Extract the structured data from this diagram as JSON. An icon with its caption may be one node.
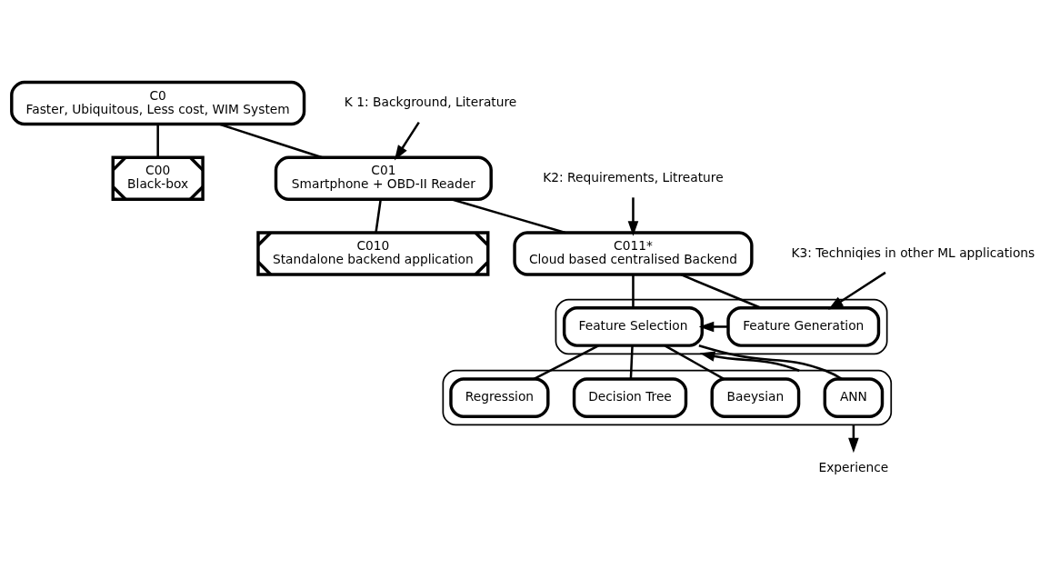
{
  "diagram": {
    "nodes": [
      {
        "text": [
          "C0",
          "Faster, Ubiquitous, Less cost, WIM System"
        ]
      },
      {
        "text": [
          "C00",
          "Black-box"
        ]
      },
      {
        "text": [
          "C01",
          "Smartphone + OBD-II Reader"
        ]
      },
      {
        "text": [
          "C010",
          "Standalone backend application"
        ]
      },
      {
        "text": [
          "C011*",
          "Cloud based centralised Backend"
        ]
      },
      {
        "text": [],
        "shape": "box"
      },
      {
        "text": [
          "Feature Selection"
        ],
        "in": 5
      },
      {
        "text": [
          "Feature Generation"
        ],
        "in": 5
      },
      {
        "text": [],
        "shape": "box"
      },
      {
        "text": [
          "ANN"
        ],
        "in": 8
      },
      {
        "text": [
          "Baeysian"
        ],
        "in": 8
      },
      {
        "text": [
          "Decision Tree"
        ],
        "in": 8
      },
      {
        "text": [
          "Regression"
        ],
        "in": 8
      },
      {
        "text": [
          "K 1: Background, Literature"
        ]
      },
      {
        "text": [
          "K2: Requirements, Litreature"
        ]
      },
      {
        "text": [
          "K3: Techniqies in other ML applications"
        ]
      },
      {
        "text": [
          "Experience"
        ]
      }
    ],
    "edges": [
      {
        "from": 0,
        "to": 1,
        "arrow": "none"
      },
      {
        "from": 0,
        "to": 2,
        "arrow": "none"
      },
      {
        "from": 2,
        "to": 3,
        "arrow": "none"
      },
      {
        "from": 2,
        "to": 4,
        "arrow": "none"
      },
      {
        "from": 4,
        "to": 6,
        "arrow": "none"
      },
      {
        "from": 4,
        "to": 7,
        "arrow": "none"
      },
      {
        "from": 7,
        "to": 6,
        "arrow": "to"
      },
      {
        "from": 6,
        "to": 9,
        "arrow": "none"
      },
      {
        "from": 6,
        "to": 10,
        "arrow": "none"
      },
      {
        "from": 6,
        "to": 11,
        "arrow": "none"
      },
      {
        "from": 6,
        "to": 12,
        "arrow": "none"
      },
      {
        "from": 13,
        "to": 2,
        "arrow": "to"
      },
      {
        "from": 14,
        "to": 4,
        "arrow": "to"
      },
      {
        "from": 15,
        "to": 7,
        "arrow": "to"
      },
      {
        "from": 8,
        "to": 5,
        "arrow": "to"
      },
      {
        "from": 8,
        "to": 16,
        "arrow": "to"
      }
    ]
  }
}
